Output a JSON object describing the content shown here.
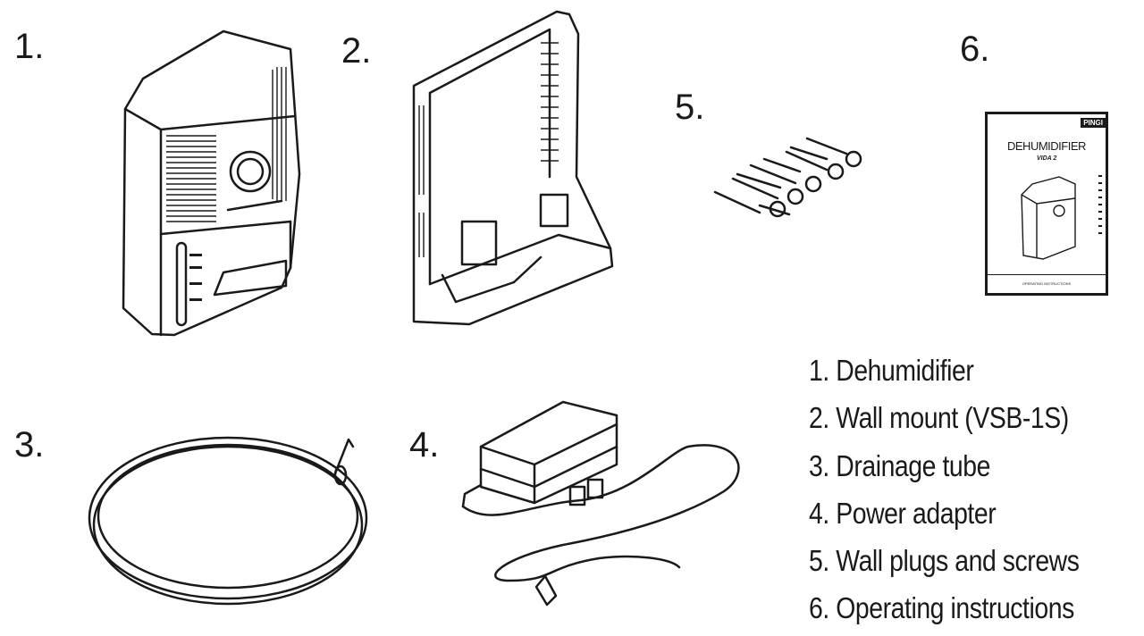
{
  "labels": {
    "n1": "1.",
    "n2": "2.",
    "n3": "3.",
    "n4": "4.",
    "n5": "5.",
    "n6": "6."
  },
  "legend": [
    "1. Dehumidifier",
    "2. Wall mount (VSB-1S)",
    "3. Drainage tube",
    "4. Power adapter",
    "5. Wall plugs and screws",
    "6. Operating instructions"
  ],
  "manual": {
    "brand": "PINGI",
    "title": "DEHUMIDIFIER",
    "subtitle": "VIDA 2",
    "footer": "OPERATING INSTRUCTIONS"
  },
  "icons": {
    "item1": "dehumidifier-illustration",
    "item2": "wall-mount-illustration",
    "item3": "drainage-tube-illustration",
    "item4": "power-adapter-illustration",
    "item5": "wall-plugs-screws-illustration",
    "item6": "manual-booklet-illustration"
  },
  "colors": {
    "ink": "#1a1a1a",
    "background": "#ffffff"
  }
}
